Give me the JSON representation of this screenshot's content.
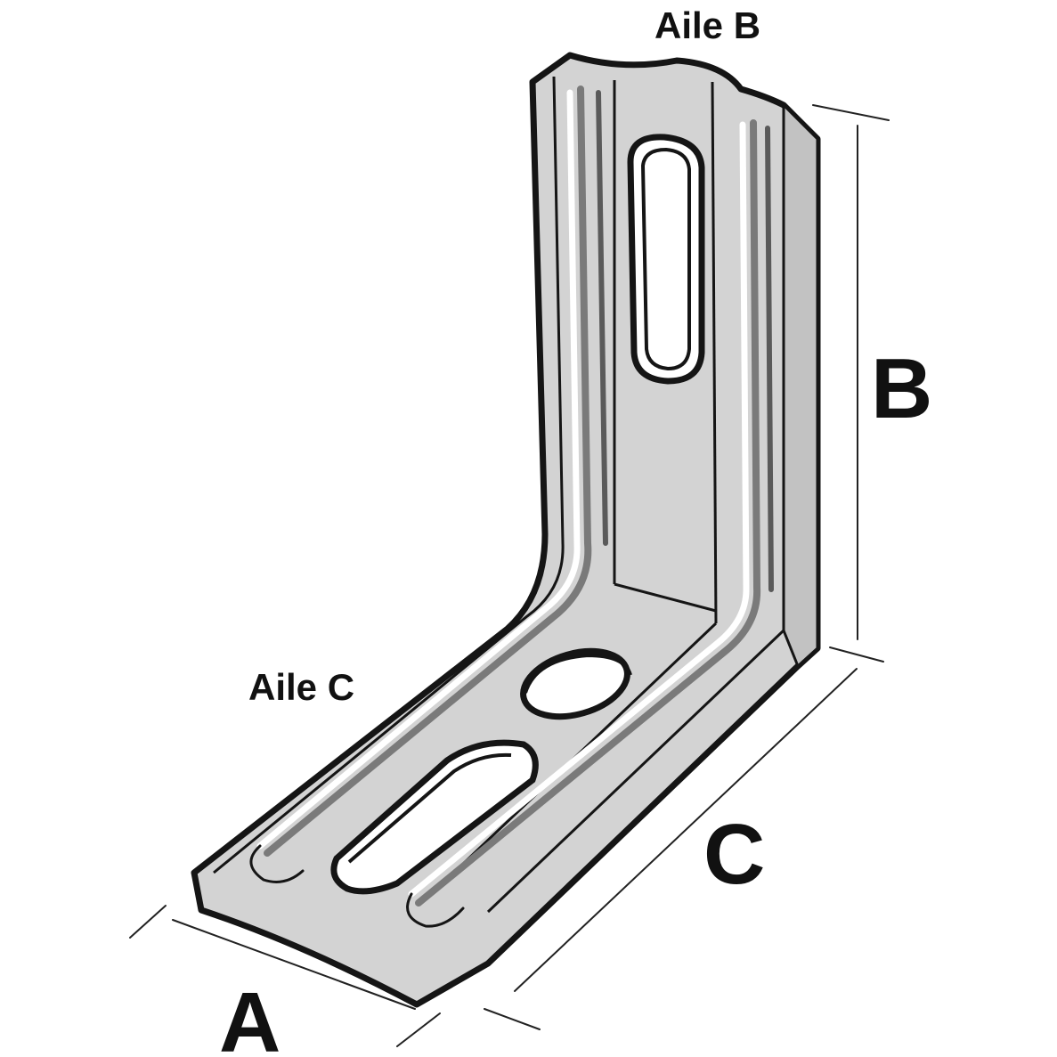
{
  "diagram": {
    "wing_b_label": "Aile B",
    "wing_c_label": "Aile C",
    "dimension_a": "A",
    "dimension_b": "B",
    "dimension_c": "C"
  },
  "colors": {
    "metal_face": "#d3d3d3",
    "metal_edge": "#c2c2c2",
    "outline": "#151515",
    "highlight": "#ffffff",
    "shadow": "#7a7a7a",
    "dimension_line": "#222222"
  },
  "icons": {
    "part": "angle-bracket-icon"
  }
}
